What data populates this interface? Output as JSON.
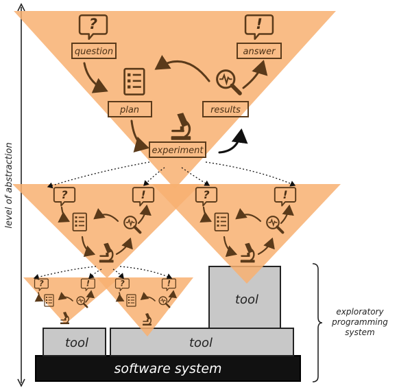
{
  "axis": {
    "label": "level of abstraction"
  },
  "cycle": {
    "question": "question",
    "answer": "answer",
    "plan": "plan",
    "results": "results",
    "experiment": "experiment",
    "question_glyph": "?",
    "answer_glyph": "!"
  },
  "tools": {
    "left": "tool",
    "middle": "tool",
    "right": "tool"
  },
  "software_system": "software system",
  "bracket_label": {
    "line1": "exploratory",
    "line2": "programming",
    "line3": "system"
  },
  "colors": {
    "orange_fill": "#f8b071",
    "ink": "#5a3a1a",
    "tool_fill": "#c8c8c8",
    "software_fill": "#101010"
  },
  "icons": [
    "question-bubble-icon",
    "exclamation-bubble-icon",
    "checklist-icon",
    "magnifier-icon",
    "microscope-icon",
    "cycle-arrow-icon"
  ]
}
